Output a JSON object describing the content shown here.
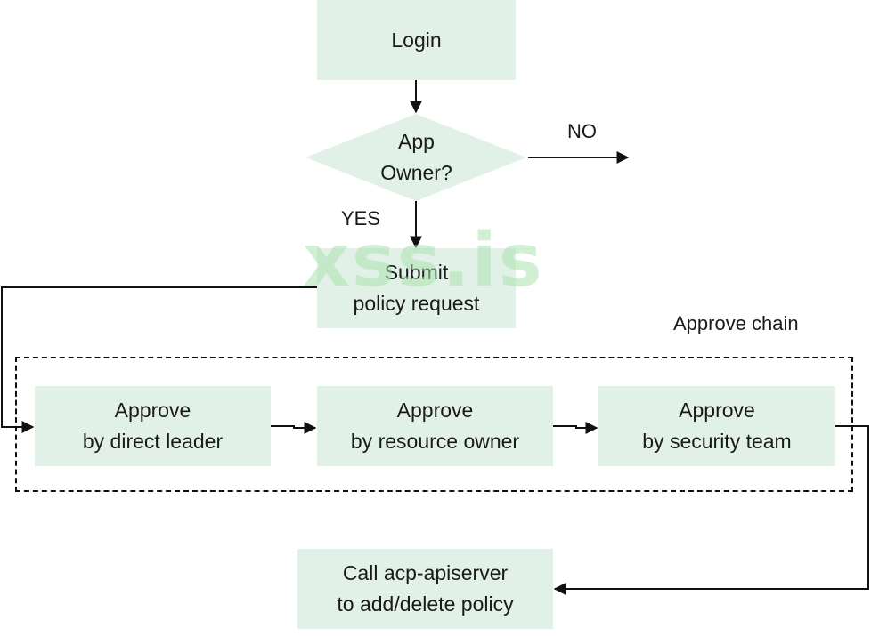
{
  "nodes": {
    "login": "Login",
    "decision": [
      "App",
      "Owner?"
    ],
    "submit": [
      "Submit",
      "policy request"
    ],
    "approve_leader": [
      "Approve",
      "by direct leader"
    ],
    "approve_resource": [
      "Approve",
      "by resource owner"
    ],
    "approve_security": [
      "Approve",
      "by security team"
    ],
    "call_api": [
      "Call acp-apiserver",
      "to add/delete policy"
    ]
  },
  "labels": {
    "no": "NO",
    "yes": "YES",
    "approve_chain": "Approve chain"
  },
  "watermark": "xss.is",
  "colors": {
    "box_fill": "#e2f1e7",
    "line": "#111111",
    "watermark": "#aae1af"
  }
}
